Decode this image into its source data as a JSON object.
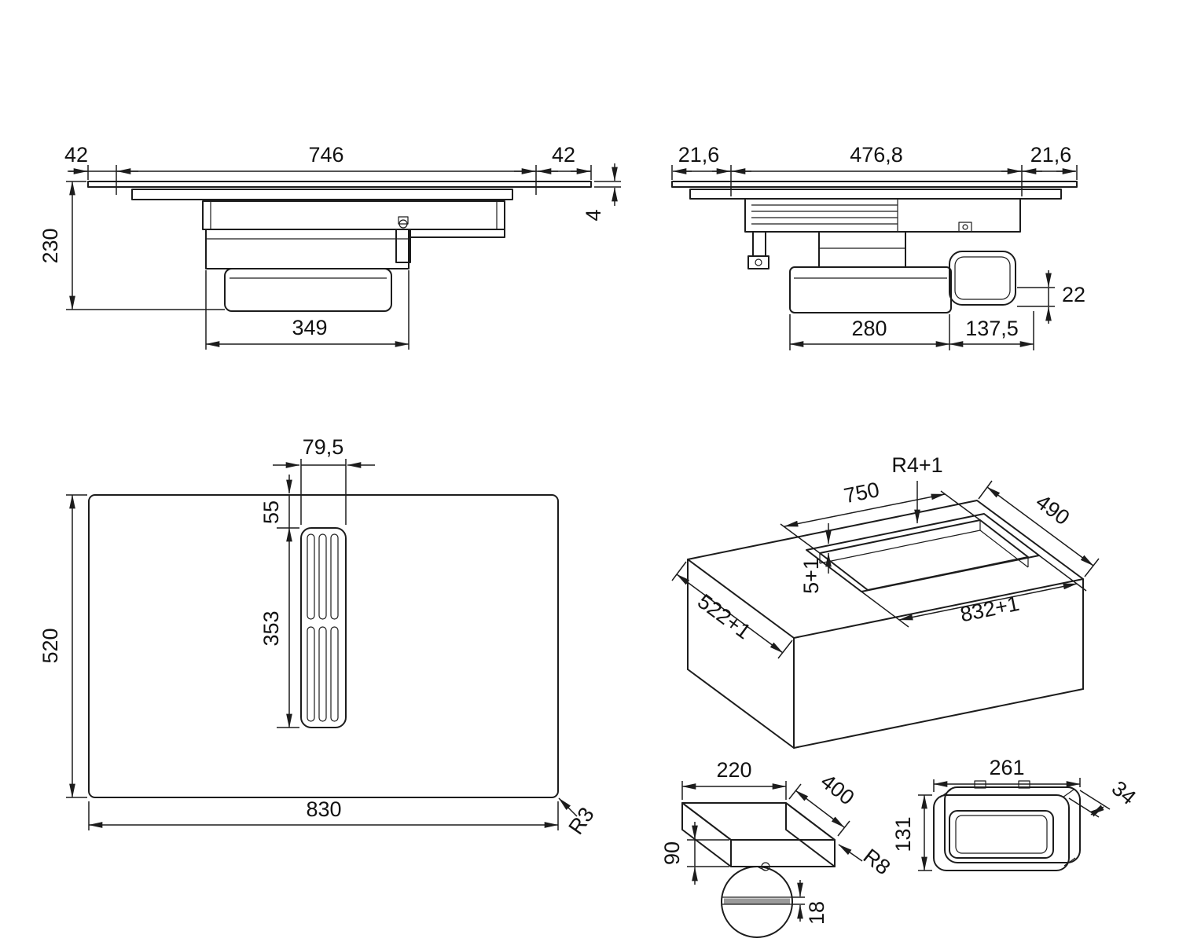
{
  "style": {
    "background": "#ffffff",
    "line_color": "#1c1c1c",
    "text_color": "#121212"
  },
  "views": {
    "front_elevation": {
      "dims": {
        "overhang_left": "42",
        "top_width": "746",
        "overhang_right": "42",
        "glass_thickness": "4",
        "installed_depth": "230",
        "body_width": "349"
      }
    },
    "side_elevation": {
      "dims": {
        "overhang_left": "21,6",
        "top_depth": "476,8",
        "overhang_right": "21,6",
        "rear_clearance": "22",
        "body_depth": "280",
        "body_offset": "137,5"
      }
    },
    "plan_view": {
      "dims": {
        "grille_width": "79,5",
        "grille_offset": "55",
        "grille_length": "353",
        "hob_depth": "520",
        "hob_width": "830",
        "corner_radius": "R3"
      }
    },
    "worktop_cutout": {
      "dims": {
        "cutout_width": "750",
        "corner_radius": "R4+1",
        "cutout_depth": "490",
        "recess_side": "522+1",
        "recess_depth": "5+1",
        "recess_width": "832+1"
      }
    },
    "duct_adapter": {
      "dims": {
        "width": "220",
        "length": "400",
        "height": "90",
        "corner_radius": "R8",
        "wall_detail": "18"
      }
    },
    "outlet_flange": {
      "dims": {
        "width": "261",
        "depth": "34",
        "height": "131"
      }
    }
  }
}
